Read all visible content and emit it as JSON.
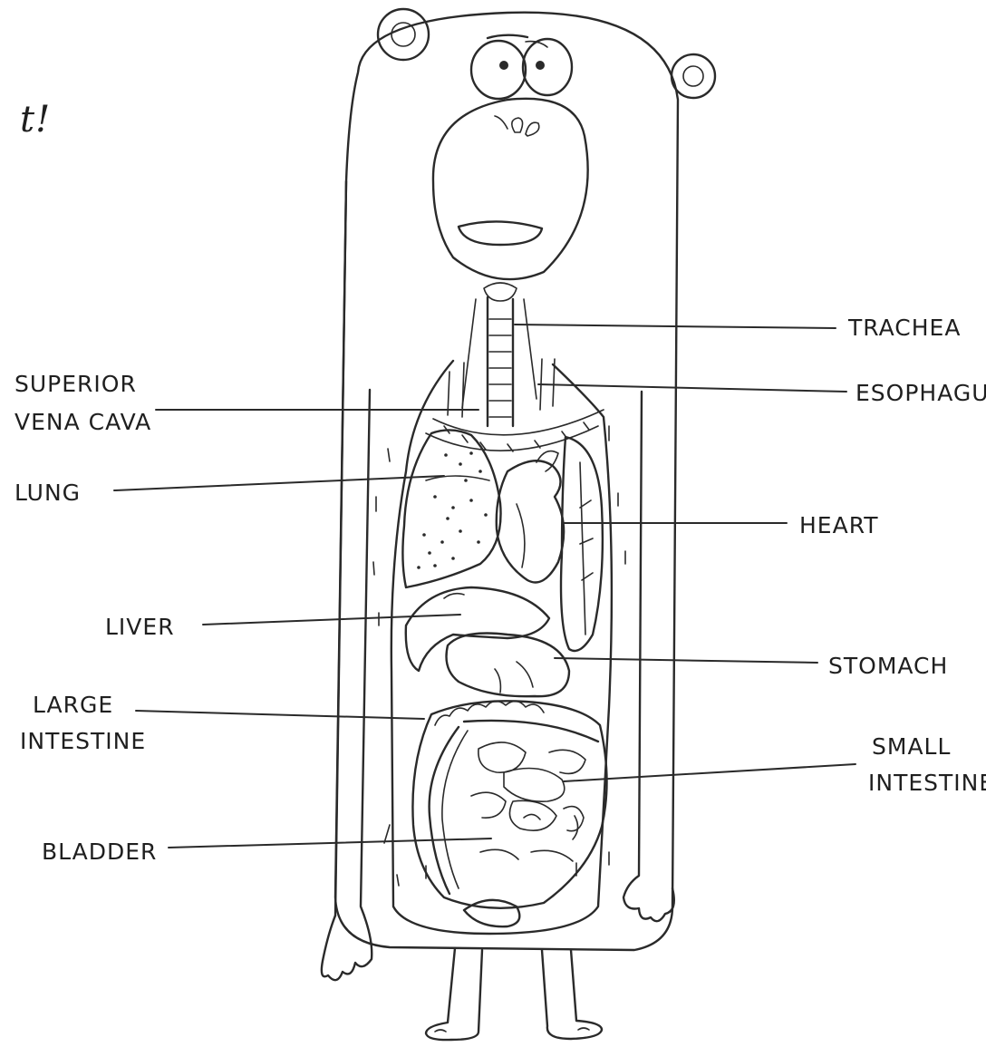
{
  "corner_text": "t!",
  "labels": {
    "trachea": "TRACHEA",
    "esophagus": "ESOPHAGUS",
    "superior_vena_cava": [
      "SUPERIOR",
      "VENA CAVA"
    ],
    "lung": "LUNG",
    "heart": "HEART",
    "liver": "LIVER",
    "stomach": "STOMACH",
    "large_intestine": [
      "LARGE",
      "INTESTINE"
    ],
    "small_intestine": [
      "SMALL",
      "INTESTINE"
    ],
    "bladder": "BLADDER"
  },
  "colors": {
    "ink": "#2a2a2a",
    "paper": "#ffffff"
  }
}
